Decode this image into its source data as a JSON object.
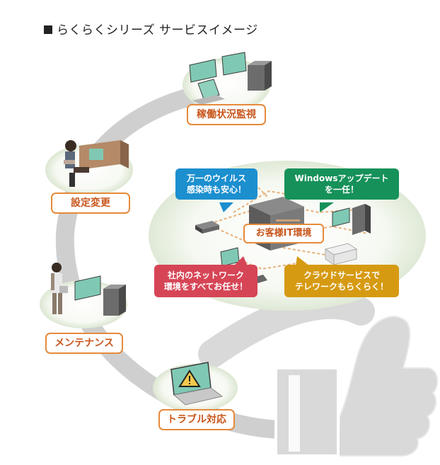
{
  "heading": "らくらくシリーズ サービスイメージ",
  "steps": [
    {
      "label": "稼働状況監視"
    },
    {
      "label": "設定変更"
    },
    {
      "label": "メンテナンス"
    },
    {
      "label": "トラブル対応"
    }
  ],
  "center": {
    "label": "お客様IT環境"
  },
  "bubbles": [
    {
      "line1": "万一のウイルス",
      "line2": "感染時も安心！",
      "color": "#1c8fcf"
    },
    {
      "line1": "Windowsアップデート",
      "line2": "を一任！",
      "color": "#16915a"
    },
    {
      "line1": "社内のネットワーク",
      "line2": "環境をすべてお任せ！",
      "color": "#d64556"
    },
    {
      "line1": "クラウドサービスで",
      "line2": "テレワークもらくらく！",
      "color": "#d69a12"
    }
  ],
  "colors": {
    "accent": "#e58a3a",
    "label_text": "#c8561c",
    "ring": "#c8c8c8"
  }
}
